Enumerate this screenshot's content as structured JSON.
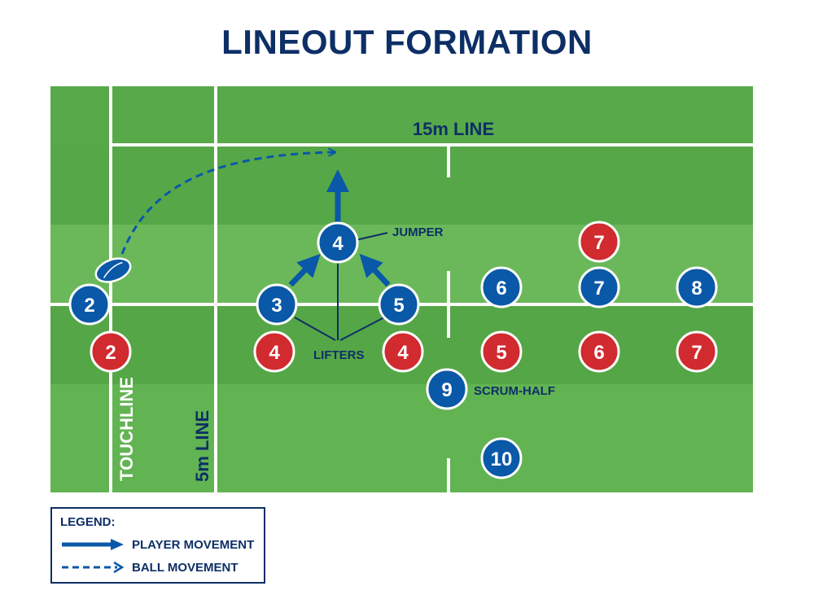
{
  "title": "LINEOUT FORMATION",
  "labels": {
    "line_15m": "15m LINE",
    "touchline": "TOUCHLINE",
    "line_5m": "5m LINE",
    "jumper": "JUMPER",
    "lifters": "LIFTERS",
    "scrum_half": "SCRUM-HALF"
  },
  "players": {
    "blue": [
      "2",
      "3",
      "4",
      "5",
      "6",
      "7",
      "8",
      "9",
      "10"
    ],
    "red": [
      "2",
      "4",
      "4",
      "5",
      "6",
      "7",
      "7"
    ]
  },
  "legend": {
    "title": "LEGEND:",
    "player_movement": "PLAYER MOVEMENT",
    "ball_movement": "BALL MOVEMENT"
  },
  "colors": {
    "blue_team": "#0a58a8",
    "red_team": "#d12a2f",
    "pitch_light": "#5cae4d",
    "pitch_dark": "#4c9b3f",
    "navy": "#0d2f66"
  }
}
